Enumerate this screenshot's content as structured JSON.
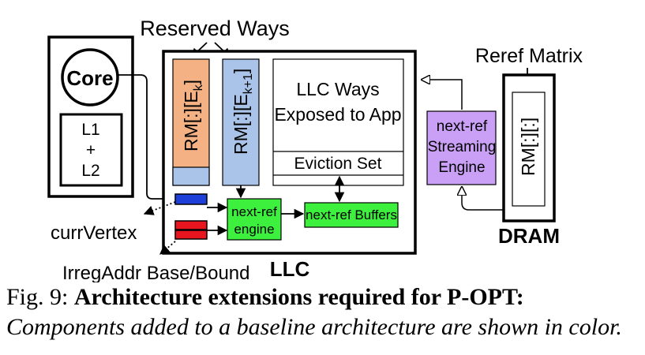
{
  "diagram": {
    "reserved_ways": "Reserved Ways",
    "core": "Core",
    "l1": "L1",
    "plus": "+",
    "l2": "L2",
    "rm_k_prefix": "RM[:][E",
    "rm_k_sub": "k",
    "rm_k1_sub": "k+1",
    "rm_suffix": "]",
    "llc_ways_line1": "LLC Ways",
    "llc_ways_line2": "Exposed to App",
    "eviction_set": "Eviction Set",
    "next_ref_engine_line1": "next-ref",
    "next_ref_engine_line2": "engine",
    "next_ref_buffers": "next-ref Buffers",
    "curr_vertex": "currVertex",
    "irreg_addr": "IrregAddr Base/Bound",
    "llc": "LLC",
    "streaming_line1": "next-ref",
    "streaming_line2": "Streaming",
    "streaming_line3": "Engine",
    "reref_matrix": "Reref Matrix",
    "rm_full": "RM[:][:]",
    "dram": "DRAM"
  },
  "colors": {
    "orange": "#f4b183",
    "blue_way": "#a9c4e8",
    "blue_reg": "#1f3fd9",
    "red_reg": "#e8141e",
    "green": "#3ef03e",
    "purple": "#c9a0f5"
  },
  "caption": {
    "fig_label": "Fig. 9: ",
    "title": "Architecture extensions required for P-OPT:",
    "body": " Components added to a baseline architecture are shown in color."
  }
}
